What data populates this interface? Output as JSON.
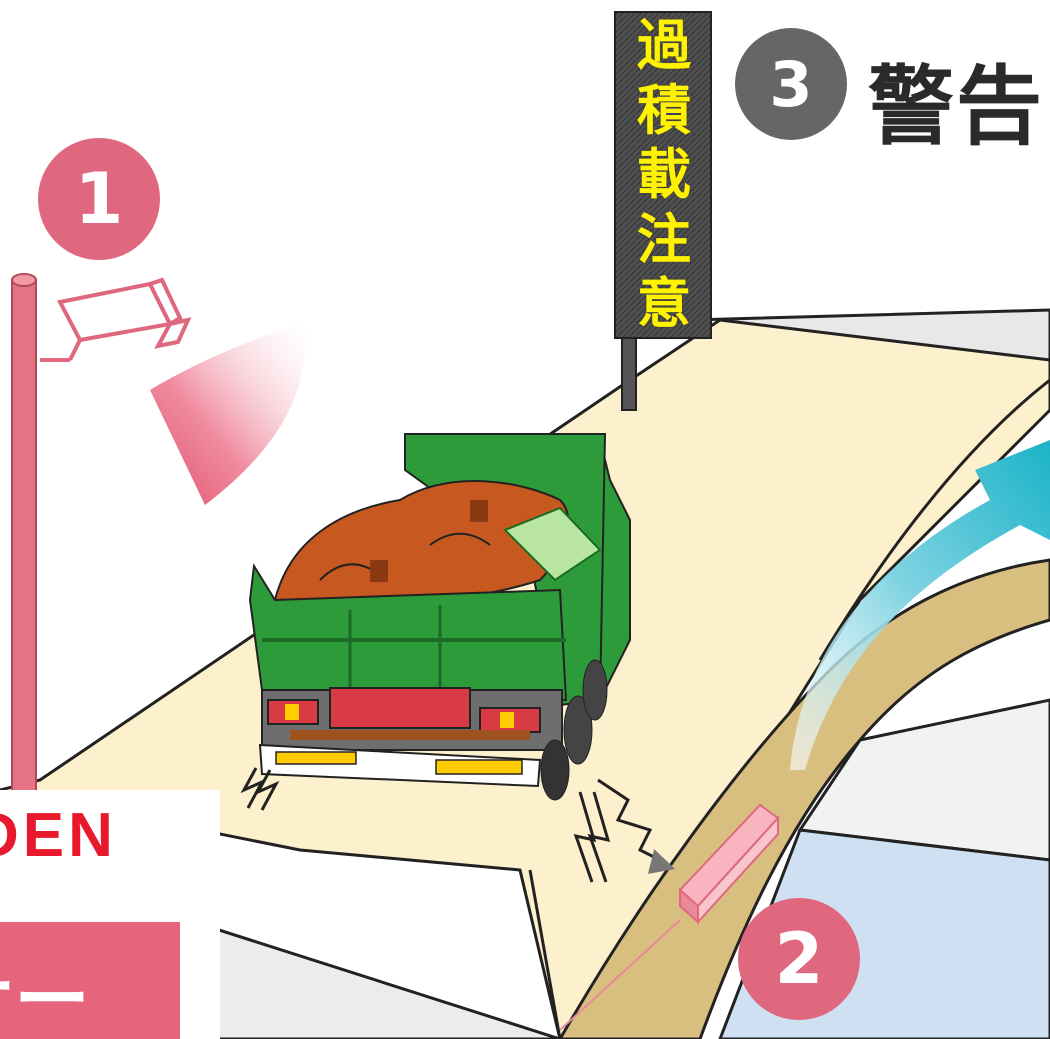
{
  "badges": {
    "camera_step": "1",
    "sensor_step": "2",
    "warning_step": "3"
  },
  "heading_fragment": "警告",
  "sign": {
    "characters": [
      "過",
      "積",
      "載",
      "注",
      "意"
    ]
  },
  "logo": {
    "brand_fragment": "DEN",
    "label_fragment": "サー"
  },
  "colors": {
    "badge_pink": "#e0687e",
    "badge_gray": "#666666",
    "road": "#fdf0cc",
    "truck_green": "#2e9b3a",
    "soil": "#c7581f",
    "arrow_teal": "#1bb3c8",
    "sign_text": "#fff200",
    "logo_red": "#e8192c"
  },
  "icons": [
    "surveillance-camera-icon",
    "lightning-bolt-icon",
    "axle-sensor-icon",
    "warning-arrow-icon"
  ]
}
